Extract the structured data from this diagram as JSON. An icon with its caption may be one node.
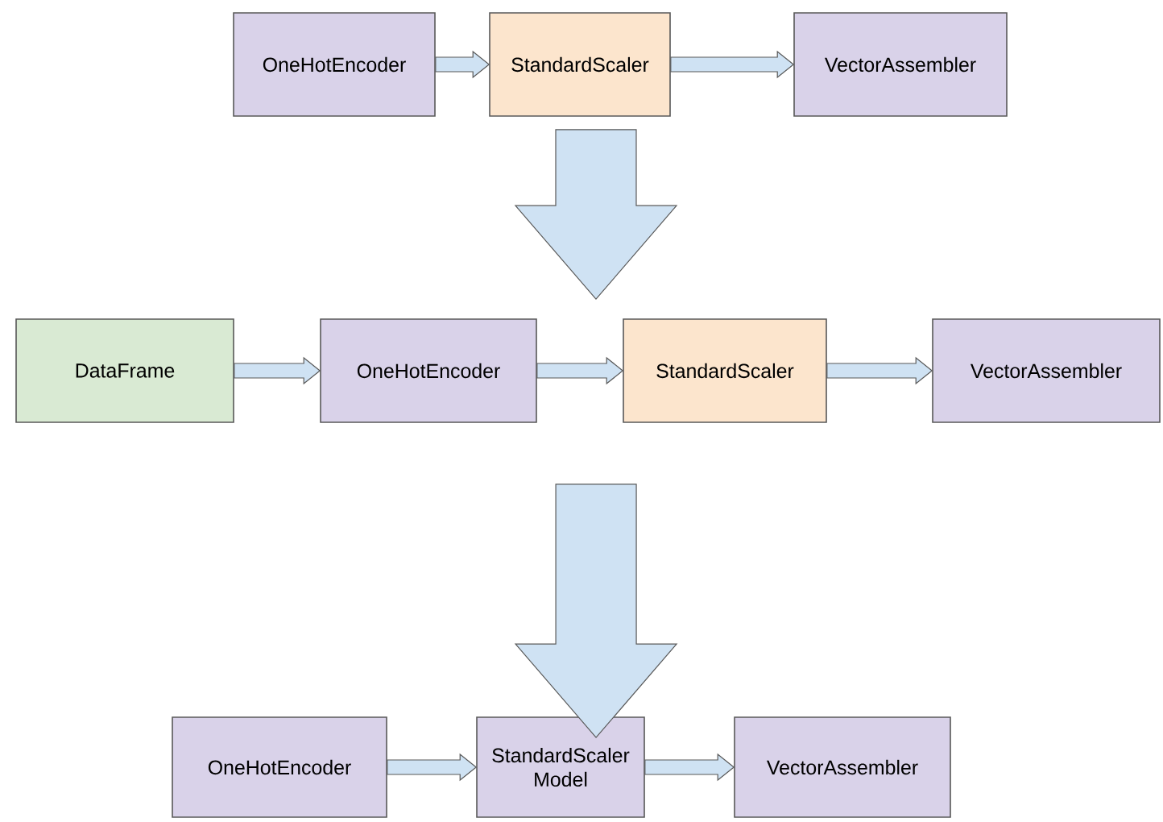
{
  "diagram": {
    "nodes": [
      {
        "text": [
          "OneHotEncoder"
        ]
      },
      {
        "text": [
          "StandardScaler"
        ]
      },
      {
        "text": [
          "VectorAssembler"
        ]
      },
      {
        "text": [
          "DataFrame"
        ]
      },
      {
        "text": [
          "OneHotEncoder"
        ]
      },
      {
        "text": [
          "StandardScaler"
        ]
      },
      {
        "text": [
          "VectorAssembler"
        ]
      },
      {
        "text": [
          "OneHotEncoder"
        ]
      },
      {
        "text": [
          "StandardScaler Model"
        ]
      },
      {
        "text": [
          "VectorAssembler"
        ]
      }
    ],
    "edges": [
      {
        "from": 0,
        "to": 1,
        "arrow": "to"
      },
      {
        "from": 1,
        "to": 2,
        "arrow": "to"
      },
      {
        "from": 1,
        "to": 5,
        "arrow": "to",
        "style": "thick"
      },
      {
        "from": 3,
        "to": 4,
        "arrow": "to"
      },
      {
        "from": 4,
        "to": 5,
        "arrow": "to"
      },
      {
        "from": 5,
        "to": 6,
        "arrow": "to"
      },
      {
        "from": 5,
        "to": 8,
        "arrow": "to",
        "style": "thick"
      },
      {
        "from": 7,
        "to": 8,
        "arrow": "to"
      },
      {
        "from": 8,
        "to": 9,
        "arrow": "to"
      }
    ]
  }
}
